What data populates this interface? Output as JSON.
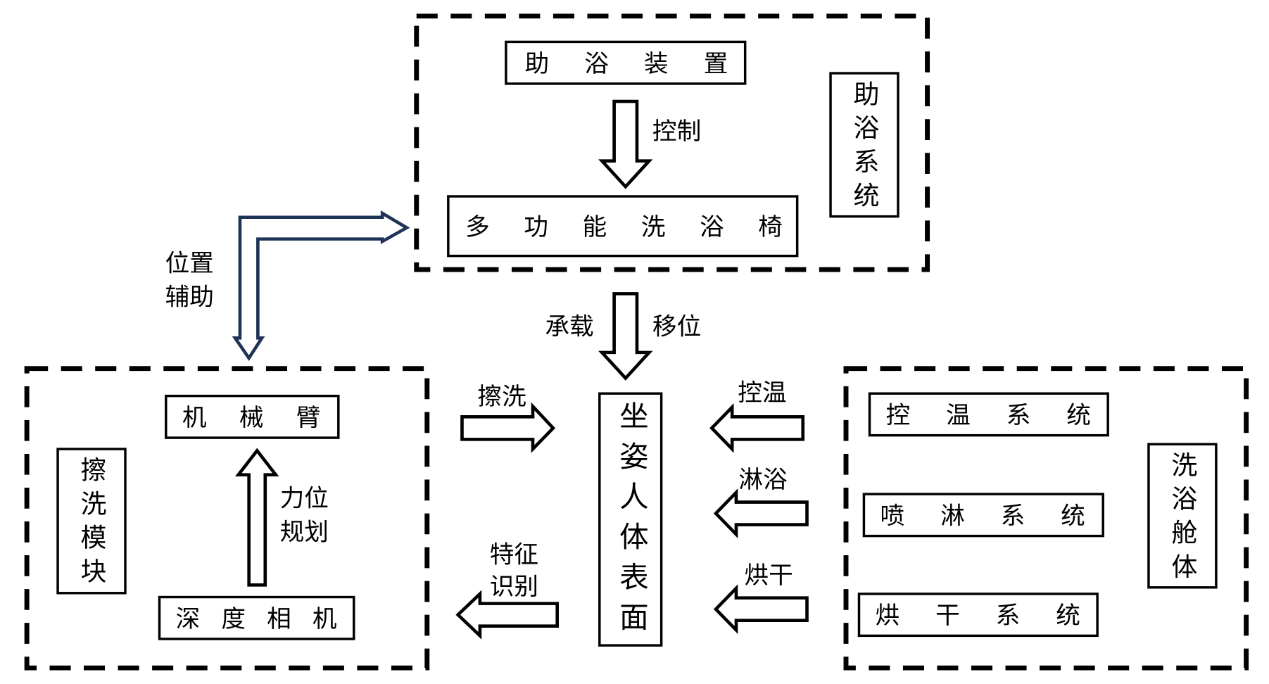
{
  "bath_assist_system": {
    "title": "助浴系统",
    "device": "助浴装置",
    "control_label": "控制",
    "chair": "多功能洗浴椅"
  },
  "position_assist_label": [
    "位置",
    "辅助"
  ],
  "carry_label": "承载",
  "transfer_label": "移位",
  "scrub_module": {
    "title": "擦洗模块",
    "arm": "机械臂",
    "camera": "深度相机",
    "planning_label": [
      "力位",
      "规划"
    ]
  },
  "scrub_label": "擦洗",
  "feature_label": [
    "特征",
    "识别"
  ],
  "body_surface": "坐姿人体表面",
  "cabin": {
    "title": "洗浴舱体",
    "temp_system": "控温系统",
    "shower_system": "喷淋系统",
    "dry_system": "烘干系统"
  },
  "temp_label": "控温",
  "shower_label": "淋浴",
  "dry_label": "烘干",
  "colors": {
    "line": "#000000",
    "position_arrow": "#1f3358"
  }
}
